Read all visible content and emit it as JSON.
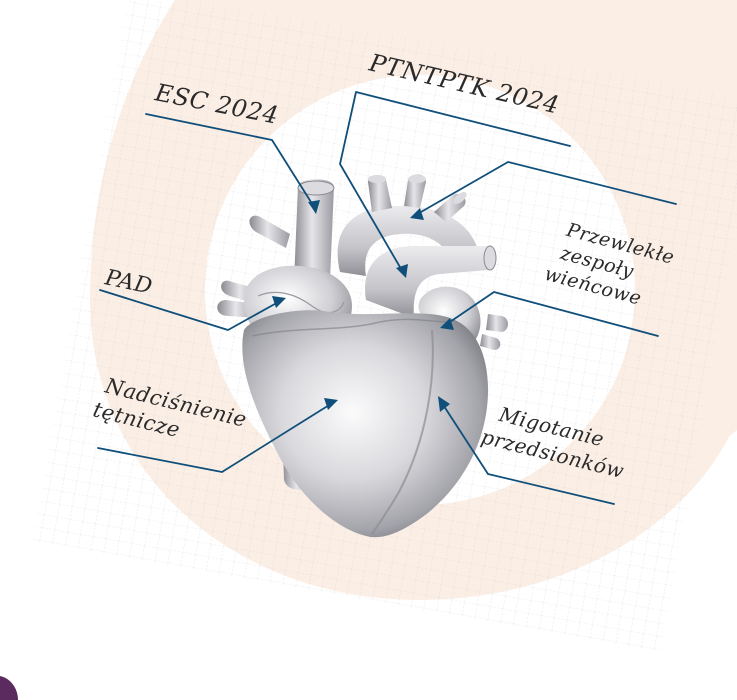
{
  "colors": {
    "ring": "#fbeee5",
    "grid": "#c9c9c9",
    "leader": "#0f4f7a",
    "heart_light": "#f2f2f4",
    "heart_mid": "#b9b9be",
    "heart_dark": "#6f6f76",
    "label_text": "#2a2a2a",
    "corner_accent": "#5b2a5e"
  },
  "labels": {
    "esc": "ESC 2024",
    "ptntptk": "PTNTPTK 2024",
    "pad": "PAD",
    "nadcisnienie_line1": "Nadciśnienie",
    "nadcisnienie_line2": "tętnicze",
    "przewlekle_line1": "Przewlekłe",
    "przewlekle_line2": "zespoły",
    "przewlekle_line3": "wieńcowe",
    "migotanie_line1": "Migotanie",
    "migotanie_line2": "przedsionków"
  },
  "icons": {
    "heart": "anatomical-heart-icon"
  }
}
